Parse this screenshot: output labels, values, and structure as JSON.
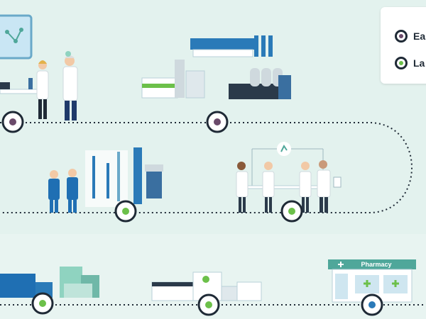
{
  "legend": {
    "items": [
      {
        "label": "Ea",
        "color": "#6b4a6b"
      },
      {
        "label": "La",
        "color": "#6cc04a"
      }
    ]
  },
  "signs": {
    "pharmacy": "Pharmacy"
  },
  "colors": {
    "background": "#e3f2ee",
    "path": "#1f2a36",
    "early_stage": "#6b4a6b",
    "late_stage": "#6cc04a",
    "market_stage": "#2a7ab8",
    "lab_coat": "#ffffff",
    "worker_blue": "#1f6fb3"
  }
}
